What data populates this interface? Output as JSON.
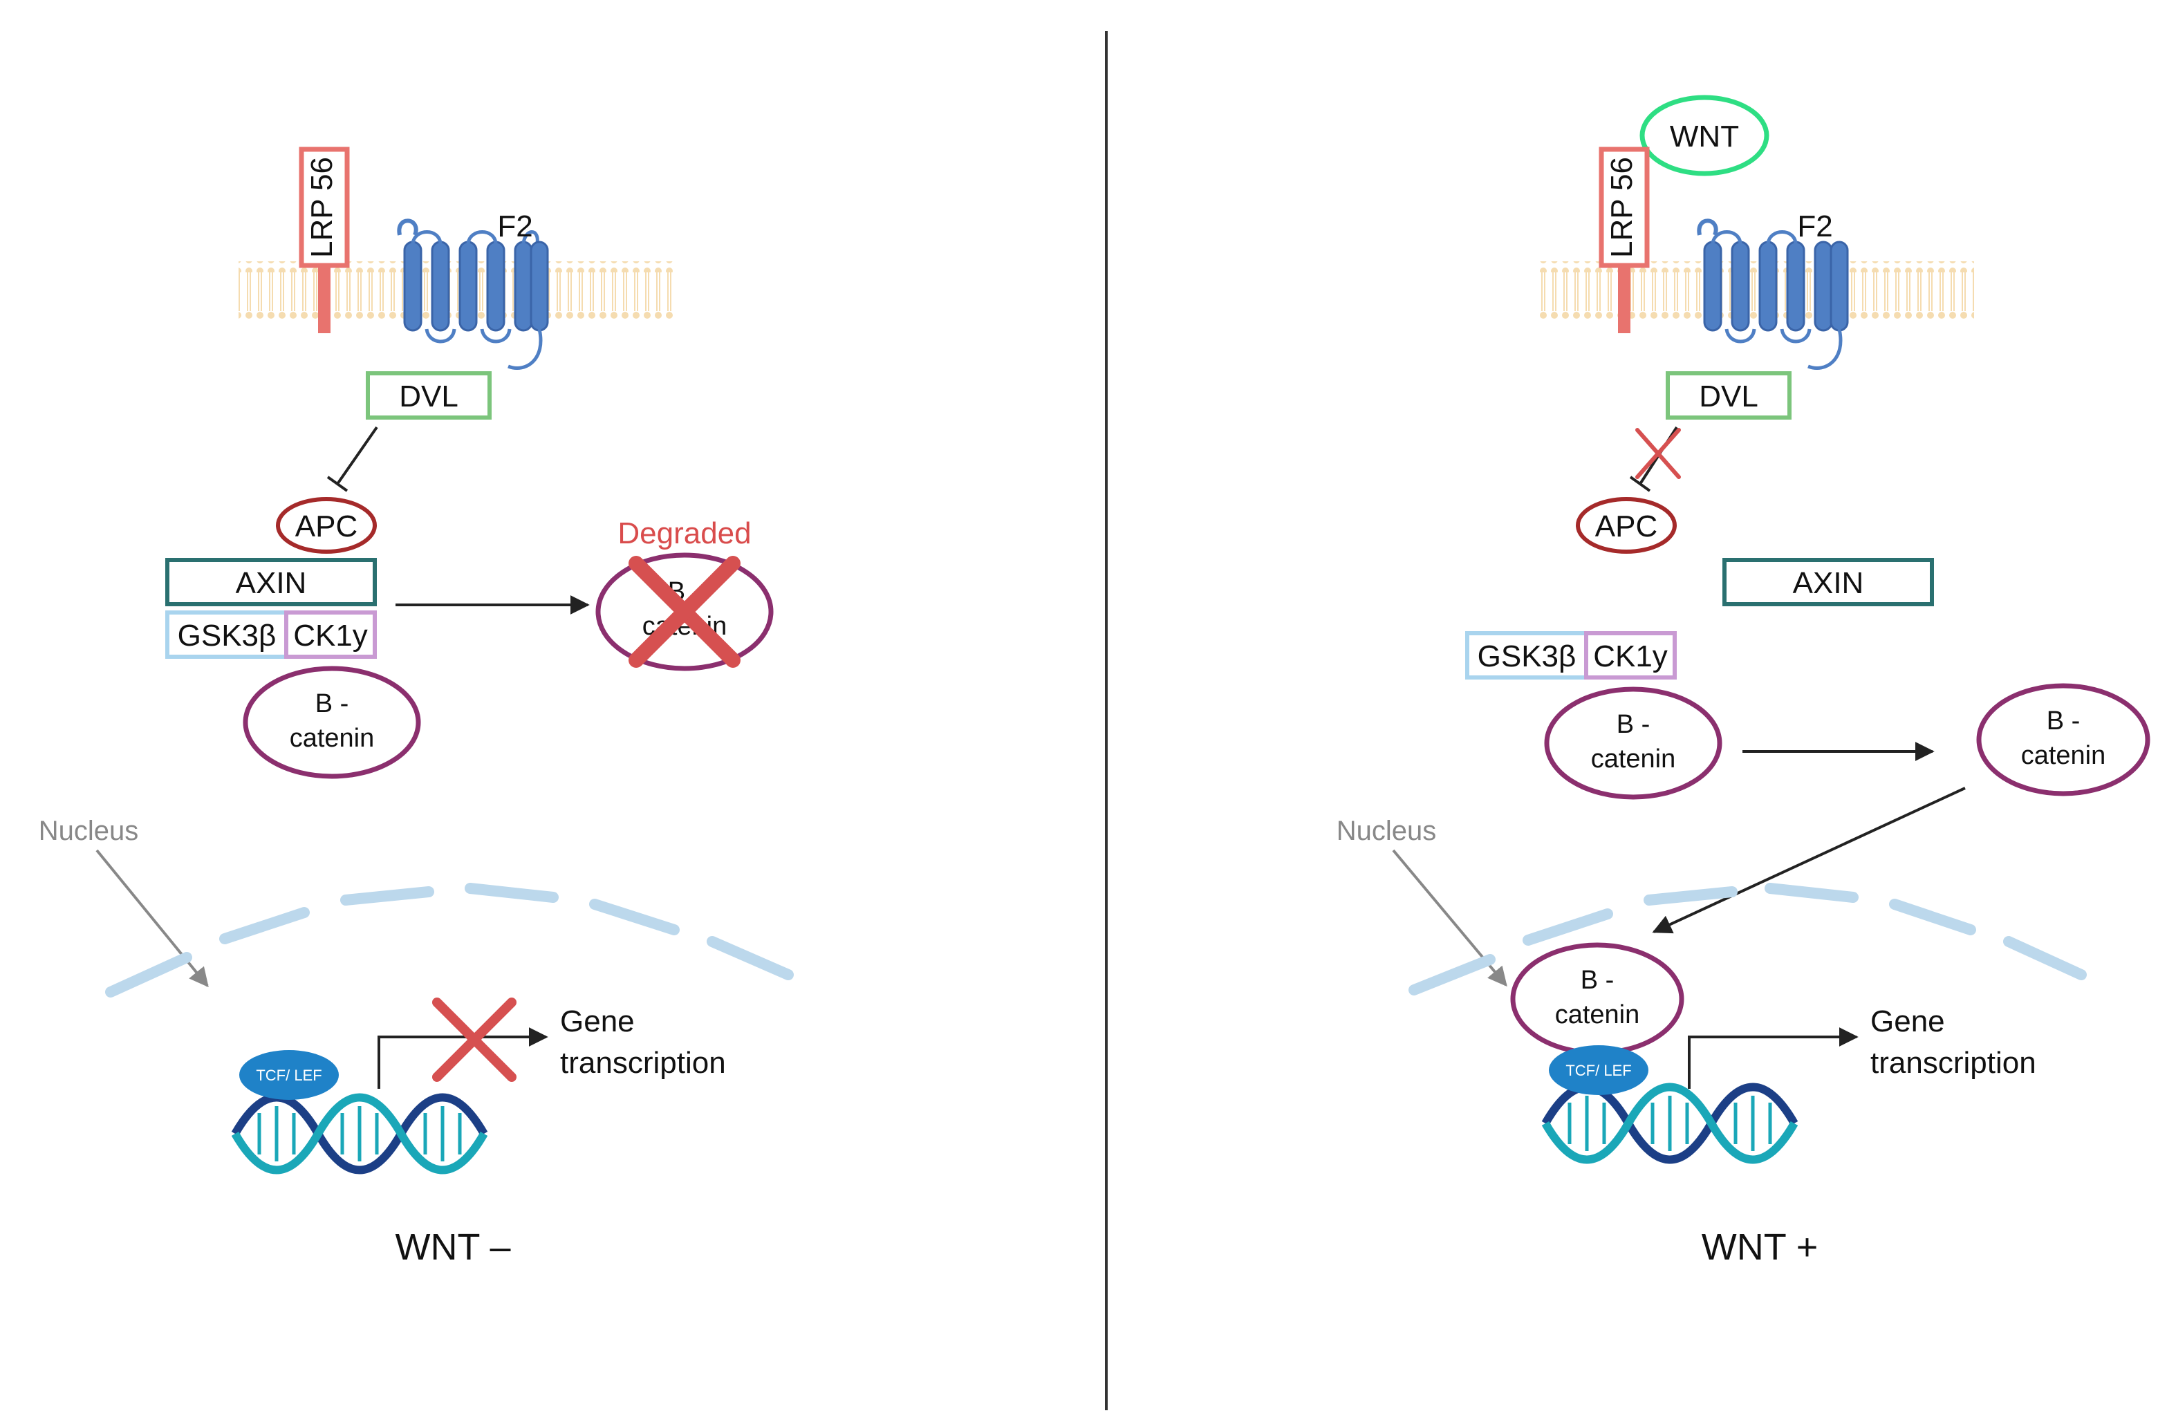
{
  "left": {
    "receptor": "LRP 56",
    "frizzled": "F2",
    "dvl": "DVL",
    "apc": "APC",
    "axin": "AXIN",
    "gsk": "GSK3β",
    "ck": "CK1y",
    "bcat1": "B -",
    "bcat2": "catenin",
    "degraded": "Degraded",
    "deg_bcat1": "B -",
    "deg_bcat2": "catenin",
    "nucleus": "Nucleus",
    "tcf": "TCF/ LEF",
    "gene1": "Gene",
    "gene2": "transcription",
    "caption": "WNT –"
  },
  "right": {
    "wnt": "WNT",
    "receptor": "LRP 56",
    "frizzled": "F2",
    "dvl": "DVL",
    "apc": "APC",
    "axin": "AXIN",
    "gsk": "GSK3β",
    "ck": "CK1y",
    "bcat_a1": "B -",
    "bcat_a2": "catenin",
    "bcat_b1": "B -",
    "bcat_b2": "catenin",
    "nucleus": "Nucleus",
    "bcat_n1": "B -",
    "bcat_n2": "catenin",
    "tcf": "TCF/ LEF",
    "gene1": "Gene",
    "gene2": "transcription",
    "caption": "WNT +"
  },
  "colors": {
    "lrp": "#e8736e",
    "frizzled": "#4f7fc4",
    "dvl": "#7cc57c",
    "apc": "#a52a2a",
    "axin": "#2a7070",
    "gsk": "#a9d4ee",
    "ck": "#c99ad3",
    "bcatenin": "#8b2f6e",
    "degraded": "#d94c4c",
    "wnt": "#2ede83",
    "membrane": "#f5dcb0",
    "nucleus_env": "#bcd8ec",
    "tcf": "#1f82c8",
    "dna_dark": "#1c3f86",
    "dna_teal": "#1aa7b8",
    "divider": "#333333"
  }
}
